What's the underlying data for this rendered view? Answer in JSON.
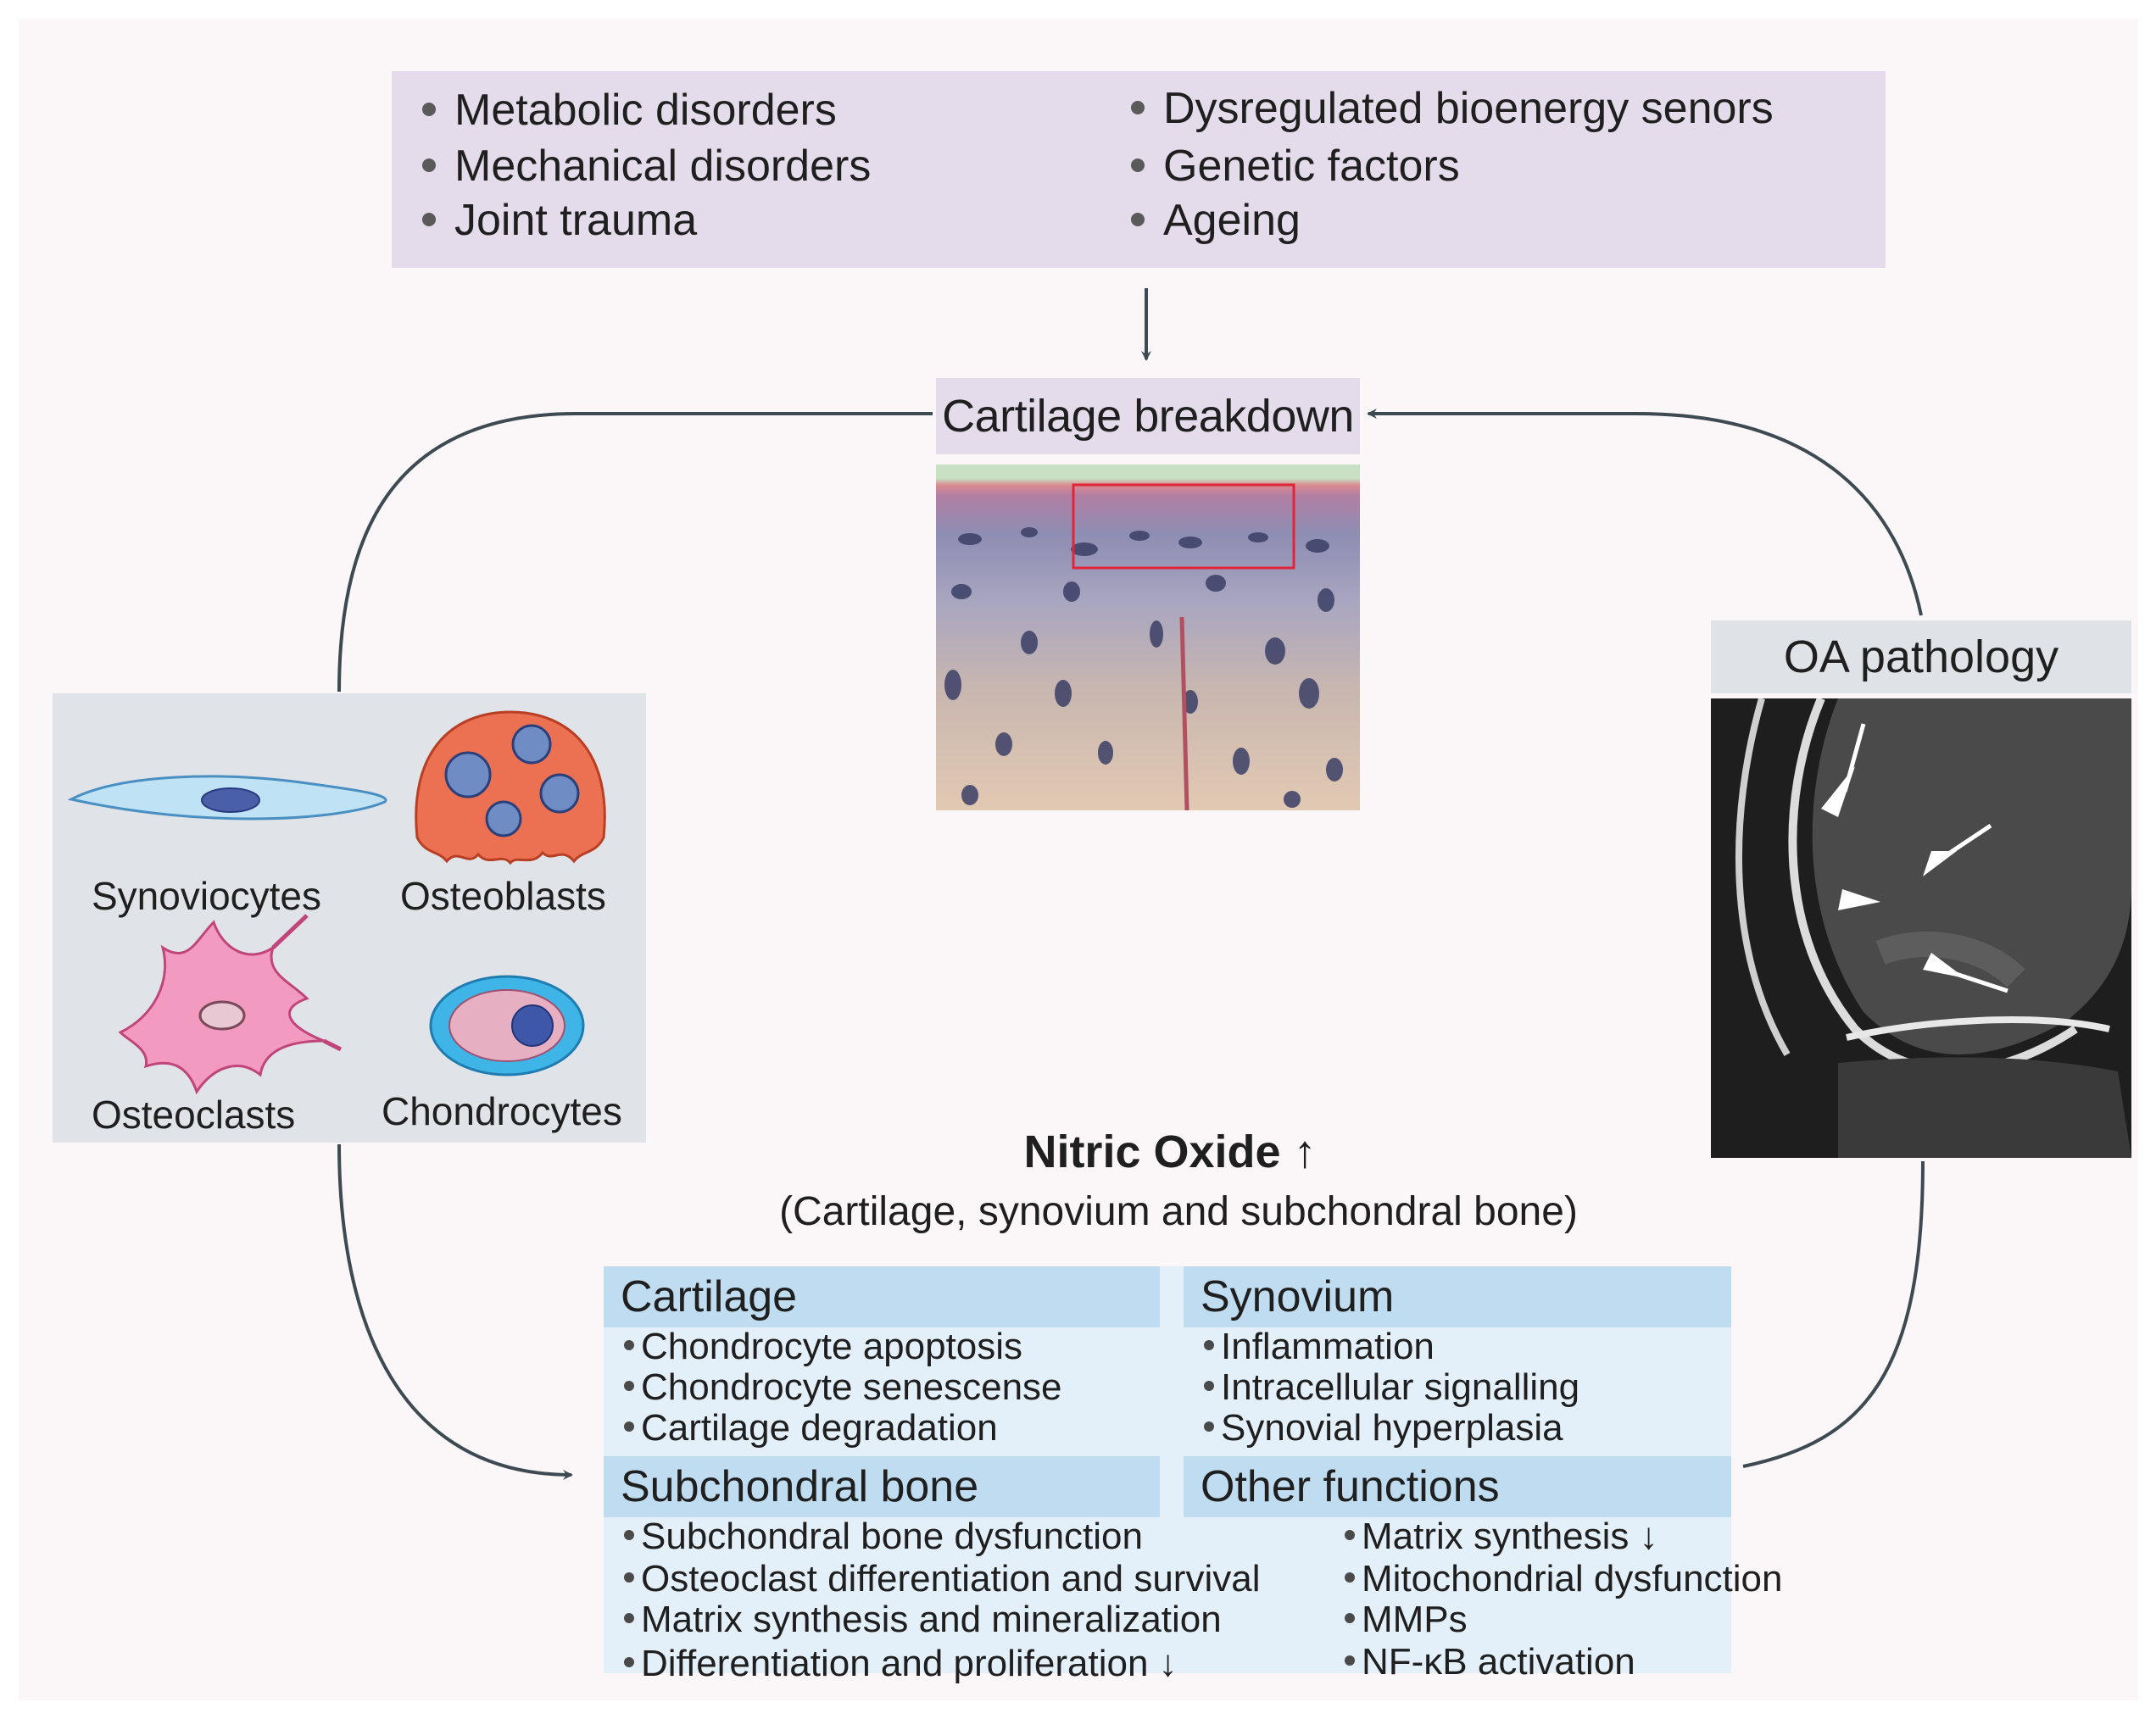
{
  "risk_factors": {
    "left": [
      "Metabolic disorders",
      "Mechanical disorders",
      "Joint trauma"
    ],
    "right": [
      "Dysregulated bioenergy senors",
      "Genetic factors",
      "Ageing"
    ]
  },
  "cartilage_breakdown": {
    "title": "Cartilage breakdown"
  },
  "oa_pathology": {
    "title": "OA pathology"
  },
  "cells": {
    "synoviocytes": "Synoviocytes",
    "osteoblasts": "Osteoblasts",
    "osteoclasts": "Osteoclasts",
    "chondrocytes": "Chondrocytes"
  },
  "nitric_oxide": {
    "title": "Nitric Oxide ↑",
    "subtitle": "(Cartilage, synovium and subchondral bone)"
  },
  "cartilage": {
    "title": "Cartilage",
    "items": [
      "Chondrocyte apoptosis",
      "Chondrocyte senescense",
      "Cartilage degradation"
    ]
  },
  "synovium": {
    "title": "Synovium",
    "items": [
      "Inflammation",
      "Intracellular signalling",
      "Synovial hyperplasia"
    ]
  },
  "subchondral_bone": {
    "title": "Subchondral bone",
    "items": [
      "Subchondral bone dysfunction",
      "Osteoclast differentiation and survival",
      "Matrix synthesis and mineralization",
      "Differentiation and proliferation ↓"
    ]
  },
  "other_functions": {
    "title": "Other functions",
    "items": [
      "Matrix synthesis ↓",
      "Mitochondrial dysfunction",
      "MMPs",
      "NF-κB activation"
    ]
  },
  "colors": {
    "risk_box": "#e4dbeb",
    "panel_header": "#bfdcf0",
    "panel_body": "#e4f0f9",
    "cells_bg": "#e0e4e8",
    "arrow": "#3e4a52",
    "highlight_box": "#e0243a"
  }
}
